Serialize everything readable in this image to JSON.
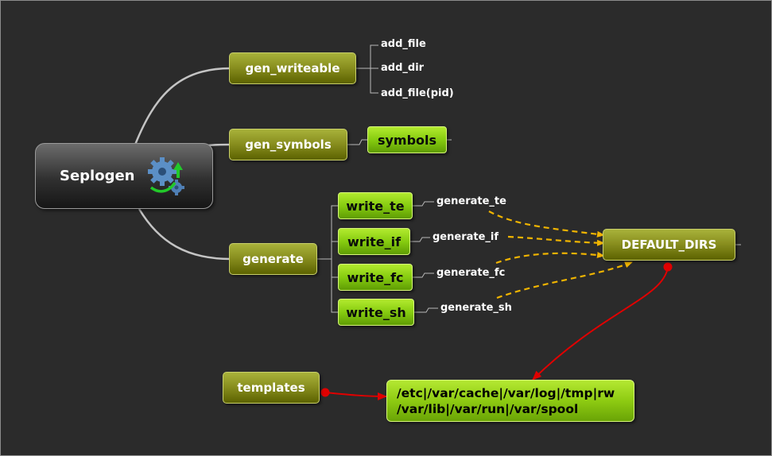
{
  "root": {
    "label": "Seplogen",
    "icon": "gears-icon"
  },
  "branches": {
    "gen_writeable": "gen_writeable",
    "gen_symbols": "gen_symbols",
    "generate": "generate"
  },
  "writeable_items": [
    "add_file",
    "add_dir",
    "add_file(pid)"
  ],
  "symbols": "symbols",
  "writers": [
    "write_te",
    "write_if",
    "write_fc",
    "write_sh"
  ],
  "generators": [
    "generate_te",
    "generate_if",
    "generate_fc",
    "generate_sh"
  ],
  "default_dirs": "DEFAULT_DIRS",
  "templates": "templates",
  "dirs_list": [
    "/etc|/var/cache|/var/log|/tmp|rw",
    "/var/lib|/var/run|/var/spool"
  ],
  "colors": {
    "background": "#2b2b2b",
    "olive_node": "#8a9020",
    "lime_node": "#86cc10",
    "dashed_arrow": "#f0b400",
    "red_arrow": "#e00000",
    "connector": "#bdbdbd"
  }
}
